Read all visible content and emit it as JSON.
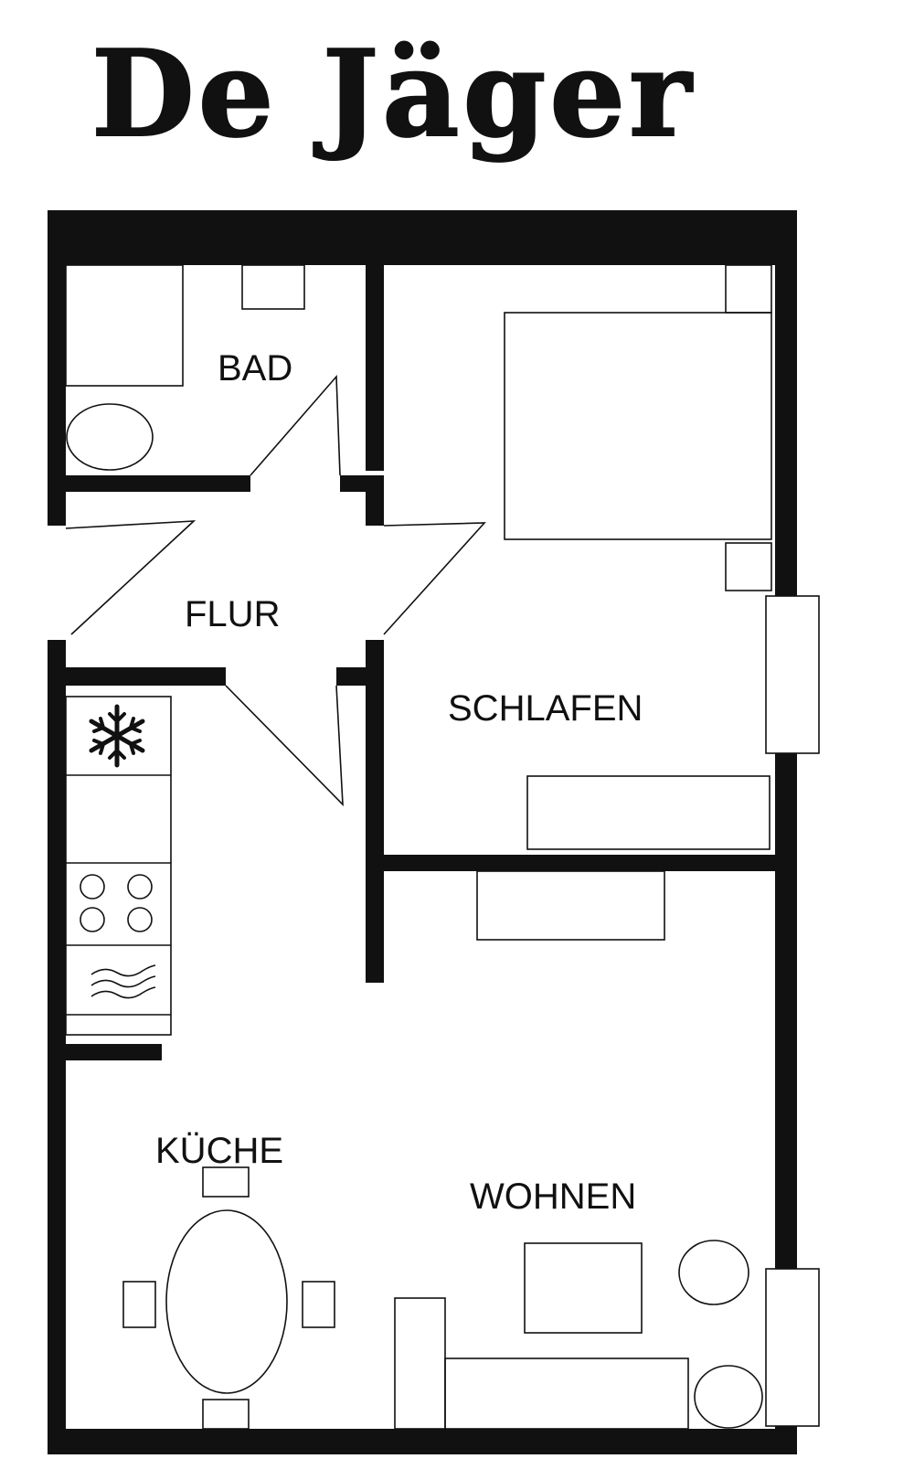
{
  "title": "De Jäger",
  "rooms": {
    "bad": "BAD",
    "flur": "FLUR",
    "schlafen": "SCHLAFEN",
    "kueche": "KÜCHE",
    "wohnen": "WOHNEN"
  },
  "icons": {
    "fridge": "snowflake-icon",
    "stove": "stove-burners-icon",
    "sink": "water-waves-icon"
  },
  "colors": {
    "ink": "#111111",
    "paper": "#ffffff"
  }
}
